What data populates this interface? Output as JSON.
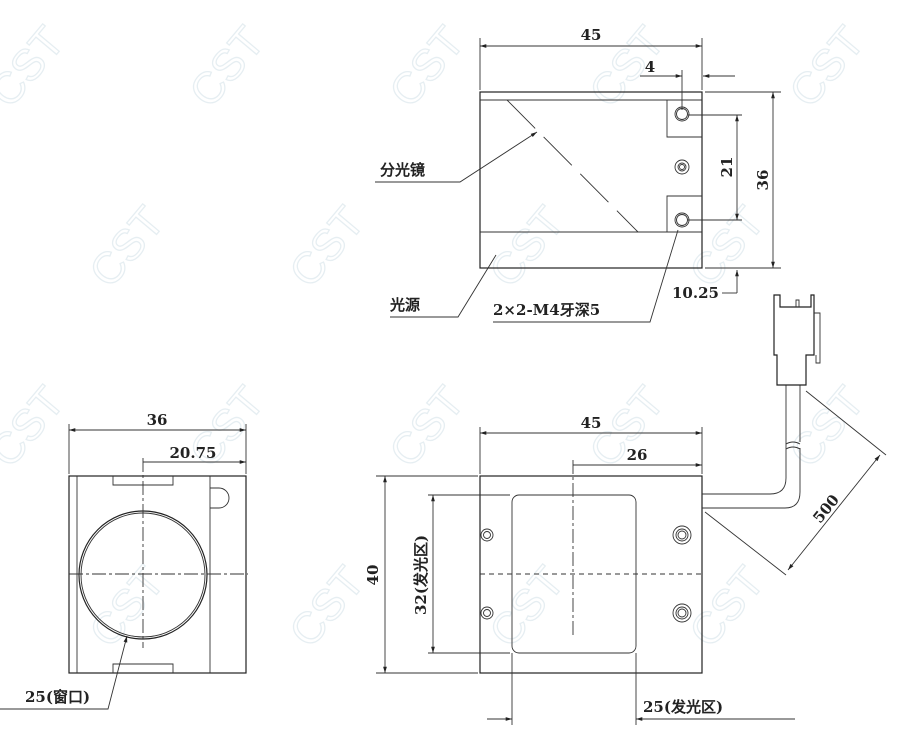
{
  "watermark": "CST",
  "top_view": {
    "dim_width": "45",
    "dim_offset": "4",
    "dim_height": "36",
    "dim_hole_spacing": "21",
    "dim_bottom": "10.25",
    "label_beam_splitter": "分光镜",
    "label_light_source": "光源",
    "label_thread": "2×2-M4牙深5"
  },
  "side_view": {
    "dim_width": "36",
    "dim_center": "20.75",
    "label_window": "25(窗口)"
  },
  "front_view": {
    "dim_width": "45",
    "dim_center": "26",
    "dim_height": "40",
    "dim_emit_height": "32(发光区)",
    "dim_emit_width": "25(发光区)",
    "dim_cable": "500"
  }
}
